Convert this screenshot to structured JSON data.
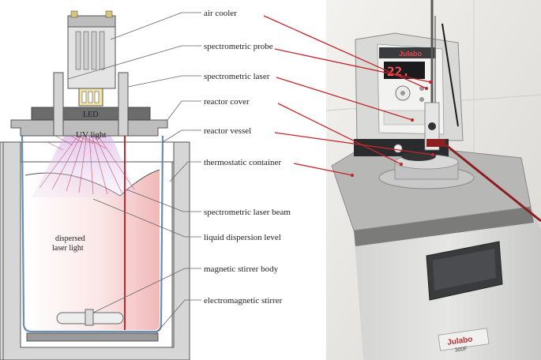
{
  "labels": {
    "air_cooler": "air cooler",
    "spectrometric_probe": "spectrometric probe",
    "spectrometric_laser": "spectrometric laser",
    "reactor_cover": "reactor cover",
    "reactor_vessel": "reactor vessel",
    "thermostatic_container": "thermostatic container",
    "laser_beam": "spectrometric laser beam",
    "dispersion_level": "liquid dispersion level",
    "stirrer_body": "magnetic stirrer body",
    "em_stirrer": "electromagnetic stirrer"
  },
  "inline": {
    "led": "LED",
    "uv_light": "UV light",
    "dispersed_1": "dispersed",
    "dispersed_2": "laser light"
  },
  "photo": {
    "display_value": "22.",
    "brand_top": "Julabo",
    "brand_bottom": "Julabo",
    "model": "300F"
  },
  "colors": {
    "laser_red": "#c0282d",
    "uv_violet": "#b070c8",
    "photo_background": "#e8e6e2"
  }
}
